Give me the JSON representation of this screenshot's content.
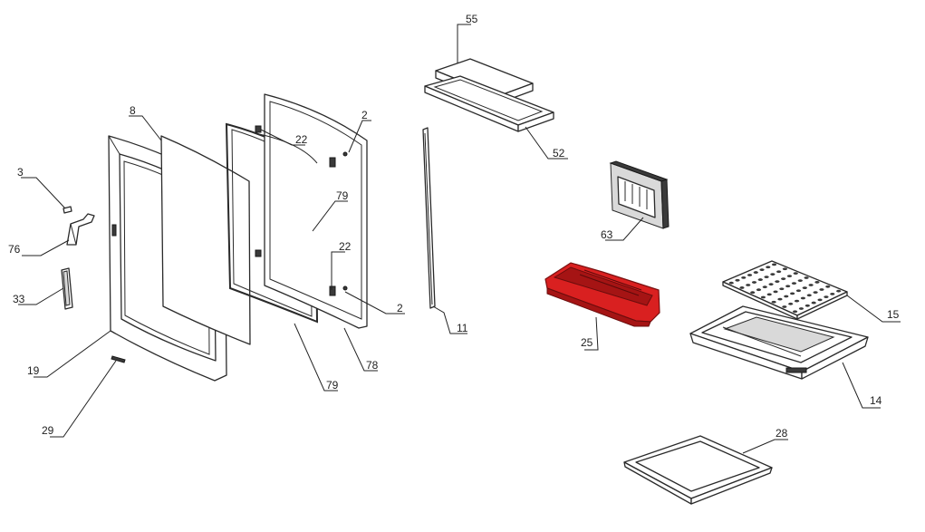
{
  "callouts": {
    "c55": "55",
    "c52": "52",
    "c8": "8",
    "c2a": "2",
    "c22a": "22",
    "c3": "3",
    "c79a": "79",
    "c76": "76",
    "c22b": "22",
    "c63": "63",
    "c33": "33",
    "c2b": "2",
    "c15": "15",
    "c11": "11",
    "c25": "25",
    "c19": "19",
    "c78": "78",
    "c79b": "79",
    "c14": "14",
    "c29": "29",
    "c28": "28"
  },
  "highlight_color": "#d92020",
  "highlighted_part": "25"
}
